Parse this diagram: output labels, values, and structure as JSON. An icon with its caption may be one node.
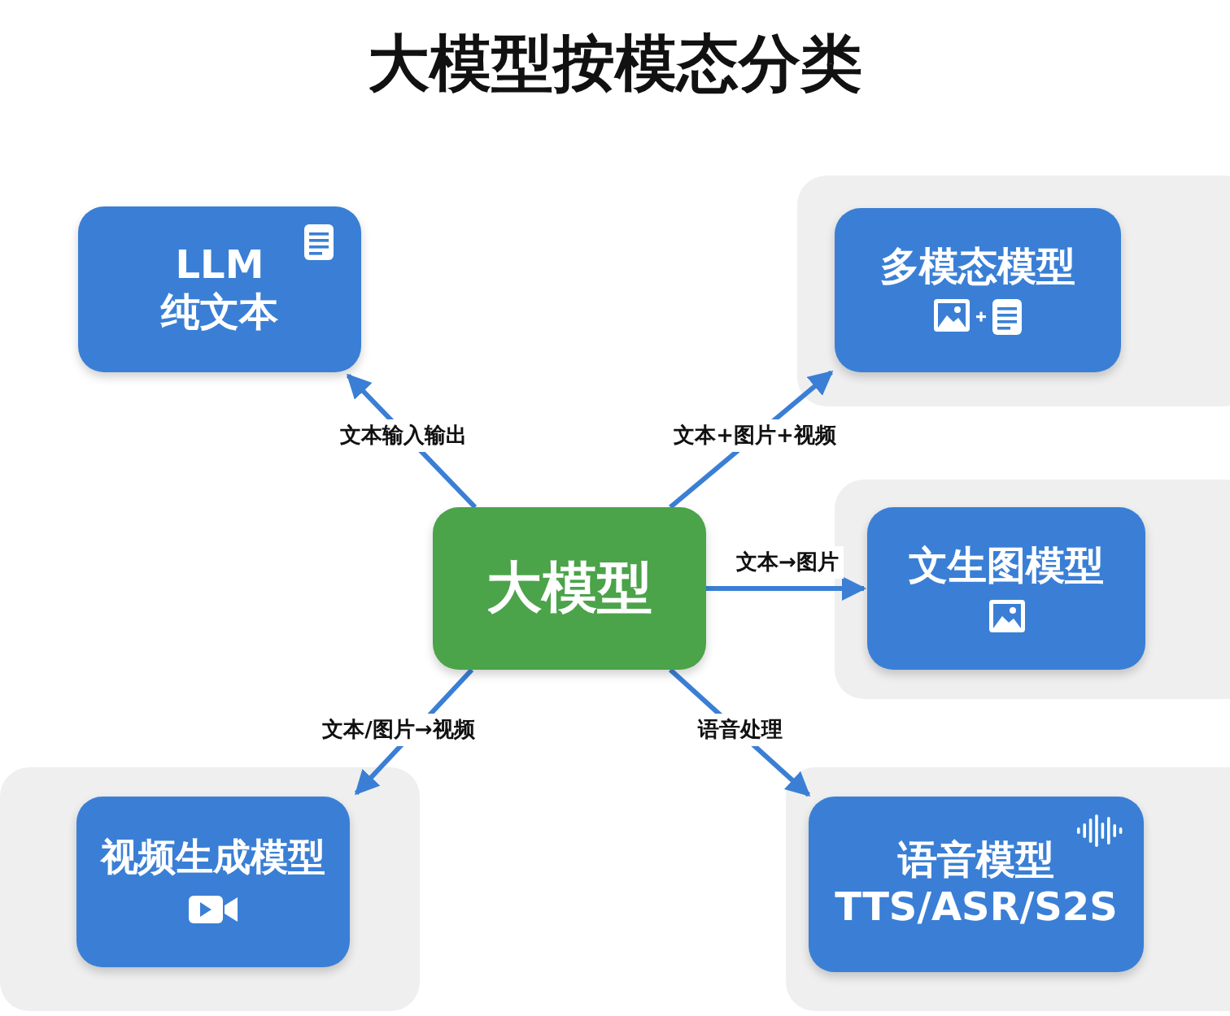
{
  "diagram": {
    "title": "大模型按模态分类",
    "nodes": [
      {
        "text": [
          "大模型"
        ]
      },
      {
        "text": [
          "LLM",
          "纯文本"
        ]
      },
      {
        "text": [
          "多模态模型"
        ]
      },
      {
        "text": [
          "文生图模型"
        ]
      },
      {
        "text": [
          "视频生成模型"
        ]
      },
      {
        "text": [
          "语音模型",
          "TTS/ASR/S2S"
        ]
      }
    ],
    "edges": [
      {
        "from": 0,
        "to": 1,
        "arrow": "to",
        "label": "文本输入输出"
      },
      {
        "from": 0,
        "to": 2,
        "arrow": "to",
        "label": "文本+图片+视频"
      },
      {
        "from": 0,
        "to": 3,
        "arrow": "to",
        "label": "文本→图片"
      },
      {
        "from": 0,
        "to": 4,
        "arrow": "to",
        "label": "文本/图片→视频"
      },
      {
        "from": 0,
        "to": 5,
        "arrow": "to",
        "label": "语音处理"
      }
    ]
  }
}
